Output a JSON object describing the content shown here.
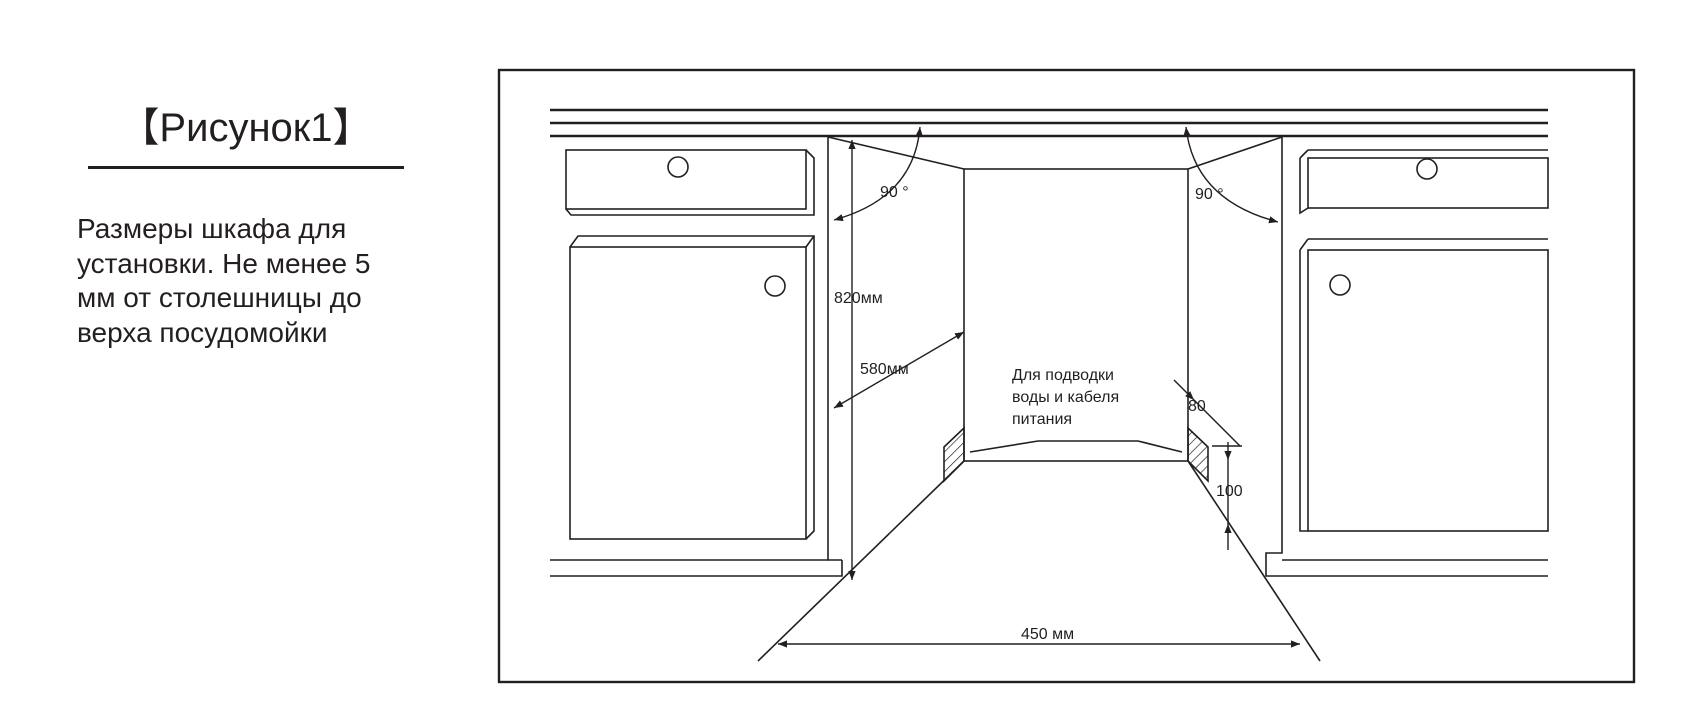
{
  "figure": {
    "title": "【Рисунок1】",
    "description": "Размеры шкафа для установки. Не менее 5 мм от столешницы до верха посудомойки"
  },
  "diagram": {
    "angle_left": "90 °",
    "angle_right": "90 °",
    "height_label": "820мм",
    "depth_label": "580мм",
    "width_label": "450 мм",
    "opening_label": "80",
    "opening_height_label": "100",
    "note_lines": [
      "Для подводки",
      "воды и кабеля",
      "питания"
    ]
  },
  "colors": {
    "line": "#231f20",
    "background": "#ffffff"
  }
}
